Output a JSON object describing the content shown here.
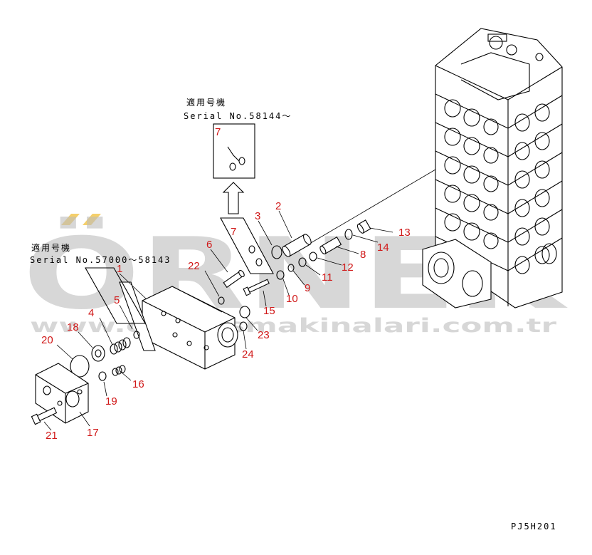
{
  "watermark": {
    "brand": "ÖRNEK",
    "url": "www.orneksmakinalari.com.tr",
    "accent_color": "#f5cf6a",
    "text_color": "#bdbdbd"
  },
  "notes": {
    "upper": {
      "line1": "適用号機",
      "line2": "Serial No.58144～"
    },
    "lower": {
      "line1": "適用号機",
      "line2": "Serial No.57000～58143"
    }
  },
  "inset": {
    "label": "7"
  },
  "callouts": [
    "1",
    "2",
    "3",
    "4",
    "5",
    "6",
    "7",
    "8",
    "9",
    "10",
    "11",
    "12",
    "13",
    "14",
    "15",
    "16",
    "17",
    "18",
    "19",
    "20",
    "21",
    "22",
    "23",
    "24"
  ],
  "footer": {
    "code": "PJ5H201"
  },
  "colors": {
    "callout": "#d01818",
    "line": "#000000"
  }
}
